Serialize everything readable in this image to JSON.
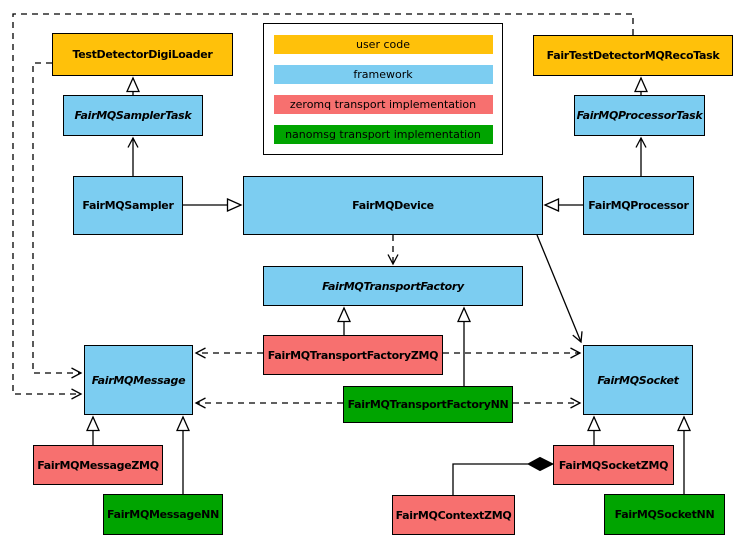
{
  "palette": {
    "user_code": "#FFC10A",
    "framework": "#7CCDF1",
    "zeromq": "#F7706F",
    "nanomsg": "#00A400"
  },
  "legend": {
    "items": [
      {
        "label": "user code",
        "color": "#FFC10A"
      },
      {
        "label": "framework",
        "color": "#7CCDF1"
      },
      {
        "label": "zeromq transport implementation",
        "color": "#F7706F"
      },
      {
        "label": "nanomsg transport implementation",
        "color": "#00A400"
      }
    ]
  },
  "nodes": {
    "testDetectorDigiLoader": {
      "label": "TestDetectorDigiLoader"
    },
    "fairTestDetectorMQRecoTask": {
      "label": "FairTestDetectorMQRecoTask"
    },
    "fairMQSamplerTask": {
      "label": "FairMQSamplerTask"
    },
    "fairMQProcessorTask": {
      "label": "FairMQProcessorTask"
    },
    "fairMQSampler": {
      "label": "FairMQSampler"
    },
    "fairMQDevice": {
      "label": "FairMQDevice"
    },
    "fairMQProcessor": {
      "label": "FairMQProcessor"
    },
    "fairMQTransportFactory": {
      "label": "FairMQTransportFactory"
    },
    "fairMQTransportFactoryZMQ": {
      "label": "FairMQTransportFactoryZMQ"
    },
    "fairMQTransportFactoryNN": {
      "label": "FairMQTransportFactoryNN"
    },
    "fairMQMessage": {
      "label": "FairMQMessage"
    },
    "fairMQSocket": {
      "label": "FairMQSocket"
    },
    "fairMQMessageZMQ": {
      "label": "FairMQMessageZMQ"
    },
    "fairMQMessageNN": {
      "label": "FairMQMessageNN"
    },
    "fairMQContextZMQ": {
      "label": "FairMQContextZMQ"
    },
    "fairMQSocketZMQ": {
      "label": "FairMQSocketZMQ"
    },
    "fairMQSocketNN": {
      "label": "FairMQSocketNN"
    }
  }
}
